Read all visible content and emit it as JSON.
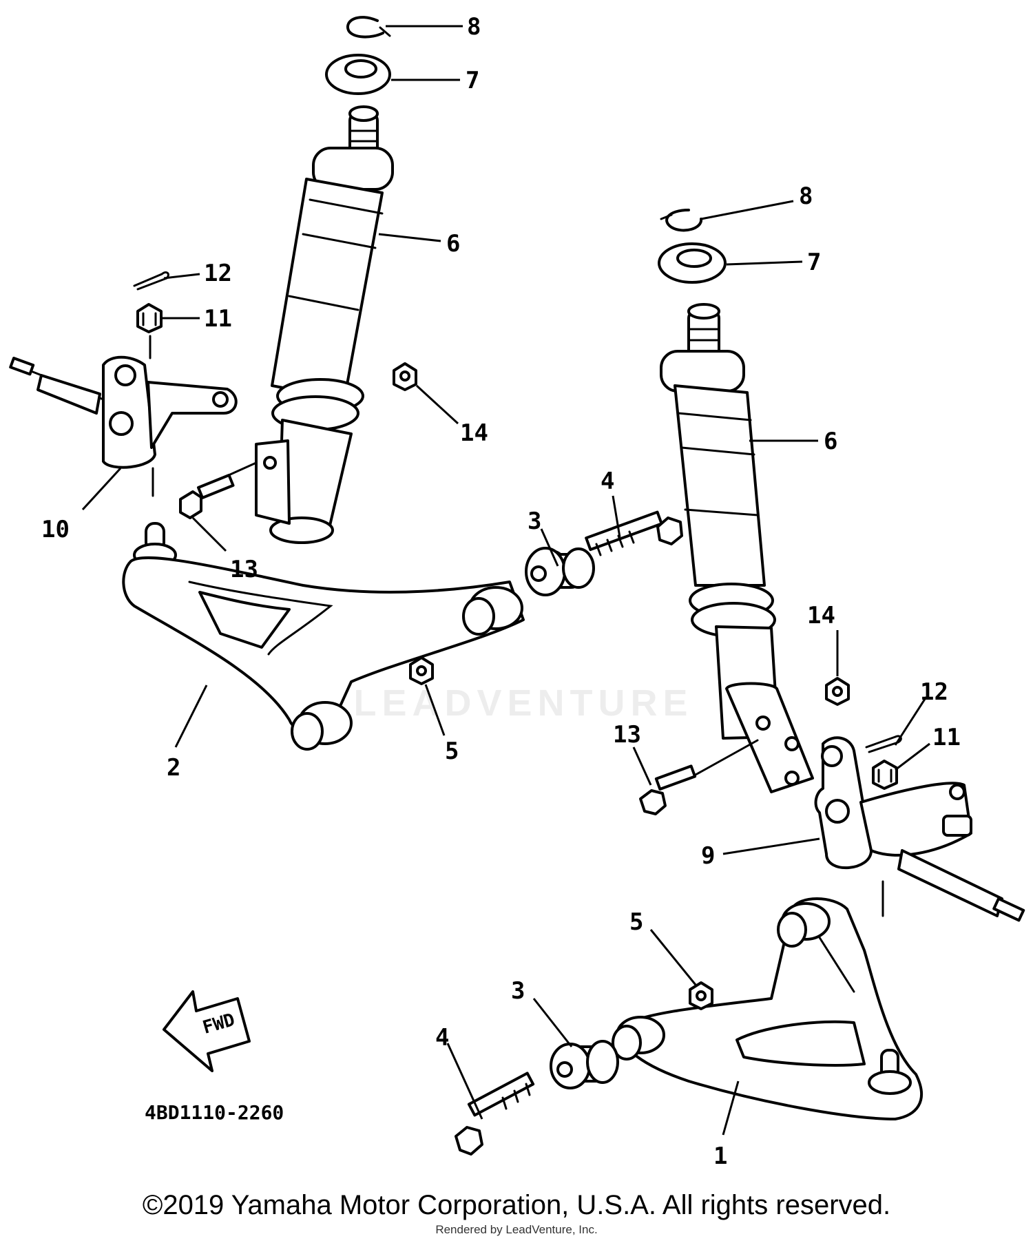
{
  "diagram_code": "4BD1110-2260",
  "fwd_label": "FWD",
  "callouts": {
    "left_8": "8",
    "left_7": "7",
    "left_6": "6",
    "left_12": "12",
    "left_11": "11",
    "left_14": "14",
    "left_10": "10",
    "left_13": "13",
    "left_2": "2",
    "left_5": "5",
    "left_3": "3",
    "left_4": "4",
    "right_8": "8",
    "right_7": "7",
    "right_6": "6",
    "right_14": "14",
    "right_12": "12",
    "right_11": "11",
    "right_13": "13",
    "right_9": "9",
    "right_5": "5",
    "right_3": "3",
    "right_4": "4",
    "right_1": "1"
  },
  "watermark": "LEADVENTURE",
  "footer": {
    "copyright": "©2019 Yamaha Motor Corporation, U.S.A. All rights reserved.",
    "rendered_by": "Rendered by LeadVenture, Inc."
  }
}
